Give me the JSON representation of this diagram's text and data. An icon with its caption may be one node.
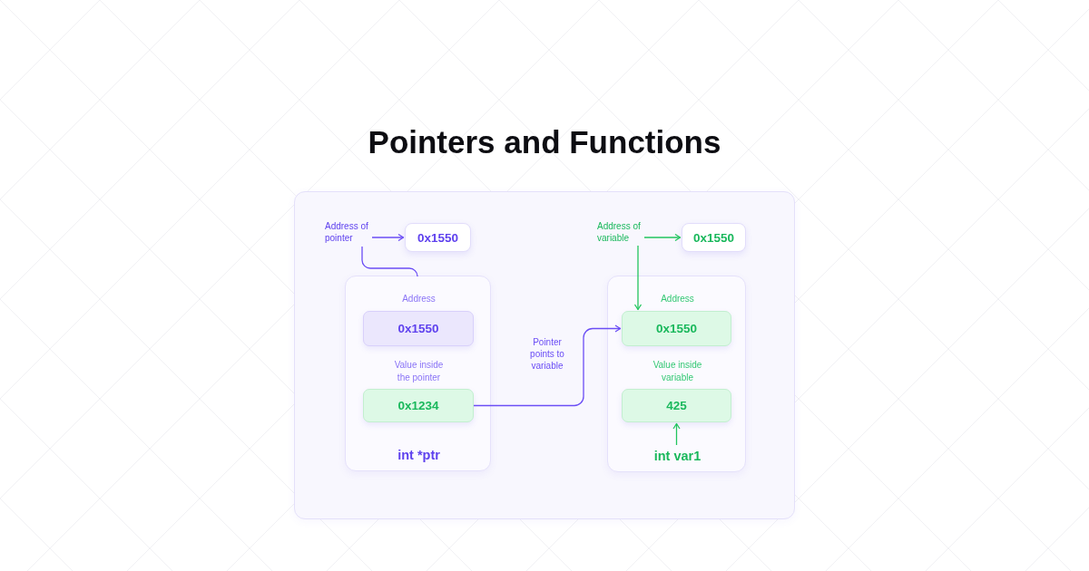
{
  "diagram": {
    "title": "Pointers and Functions",
    "nodes": [
      {
        "text": [
          "Address of pointer"
        ]
      },
      {
        "text": [
          "0x1550"
        ]
      },
      {
        "text": [
          "Address",
          "Value inside the pointer",
          "int *ptr"
        ]
      },
      {
        "text": [
          "0x1550"
        ],
        "in": 2
      },
      {
        "text": [
          "0x1234"
        ],
        "in": 2
      },
      {
        "text": [
          "Address of variable"
        ]
      },
      {
        "text": [
          "0x1550"
        ]
      },
      {
        "text": [
          "Address",
          "Value inside variable"
        ]
      },
      {
        "text": [
          "0x1550"
        ],
        "in": 7
      },
      {
        "text": [
          "425"
        ],
        "in": 7
      },
      {
        "text": [
          "int var1"
        ],
        "in": 7
      }
    ],
    "edges": [
      {
        "from": 0,
        "to": 1,
        "arrow": "to",
        "color": "#6b4ef5"
      },
      {
        "from": 0,
        "to": 2,
        "arrow": "none",
        "color": "#6b4ef5"
      },
      {
        "from": 4,
        "to": 8,
        "arrow": "to",
        "label": "Pointer points to variable",
        "color": "#6b4ef5"
      },
      {
        "from": 5,
        "to": 6,
        "arrow": "to",
        "color": "#22c55e"
      },
      {
        "from": 5,
        "to": 8,
        "arrow": "to",
        "color": "#22c55e"
      },
      {
        "from": 10,
        "to": 9,
        "arrow": "to",
        "color": "#22c55e"
      }
    ]
  }
}
